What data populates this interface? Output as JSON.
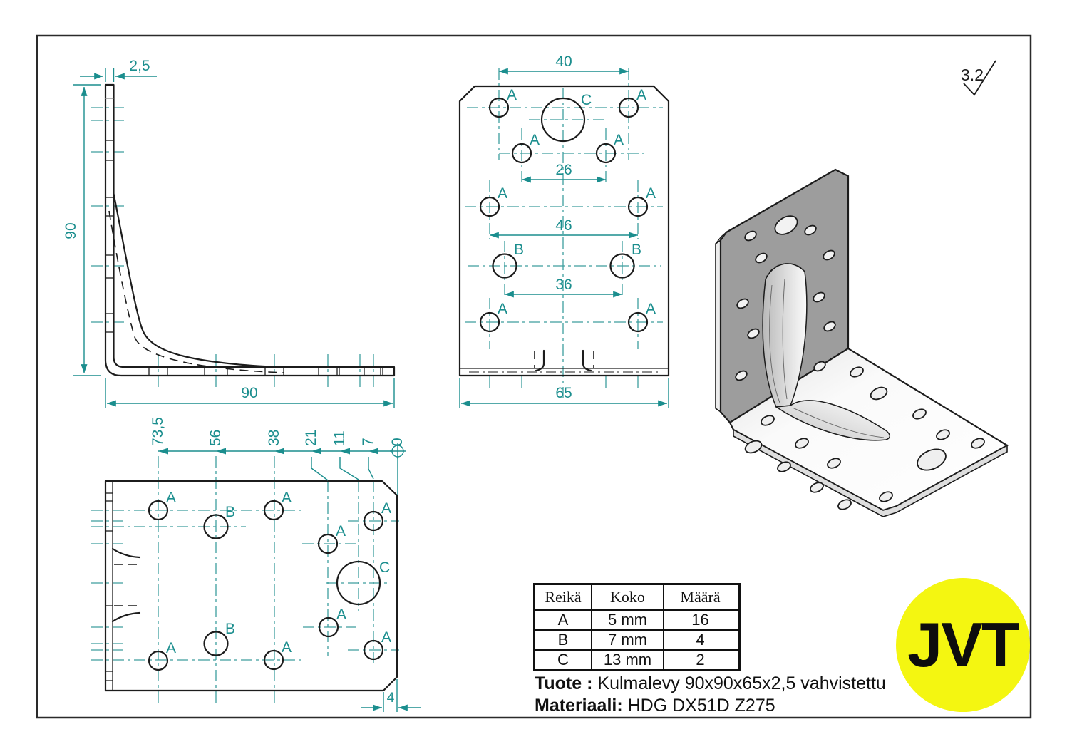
{
  "colors": {
    "dimension_teal": "#1b8e8e",
    "centerline_teal": "#3d9e9e",
    "drawing_black": "#1c1c1c",
    "logo_yellow": "#f4f611"
  },
  "surface_finish": "3.2",
  "hole_labels": {
    "a": "A",
    "b": "B",
    "c": "C"
  },
  "side_view": {
    "thickness": "2,5",
    "height": "90",
    "width": "90"
  },
  "front_view": {
    "dim_top": "40",
    "dim_inner_top": "26",
    "dim_mid": "46",
    "dim_inner_bottom": "36",
    "dim_width": "65"
  },
  "plan_view": {
    "chain": [
      "73,5",
      "56",
      "38",
      "21",
      "11",
      "7",
      "0"
    ],
    "chamfer": "4"
  },
  "table": {
    "headers": [
      "Reikä",
      "Koko",
      "Määrä"
    ],
    "rows": [
      [
        "A",
        "5 mm",
        "16"
      ],
      [
        "B",
        "7 mm",
        "4"
      ],
      [
        "C",
        "13 mm",
        "2"
      ]
    ]
  },
  "footer": {
    "product_label": "Tuote :",
    "product_value": "Kulmalevy 90x90x65x2,5 vahvistettu",
    "material_label": "Materiaali:",
    "material_value": "HDG DX51D Z275"
  },
  "logo": "JVT"
}
